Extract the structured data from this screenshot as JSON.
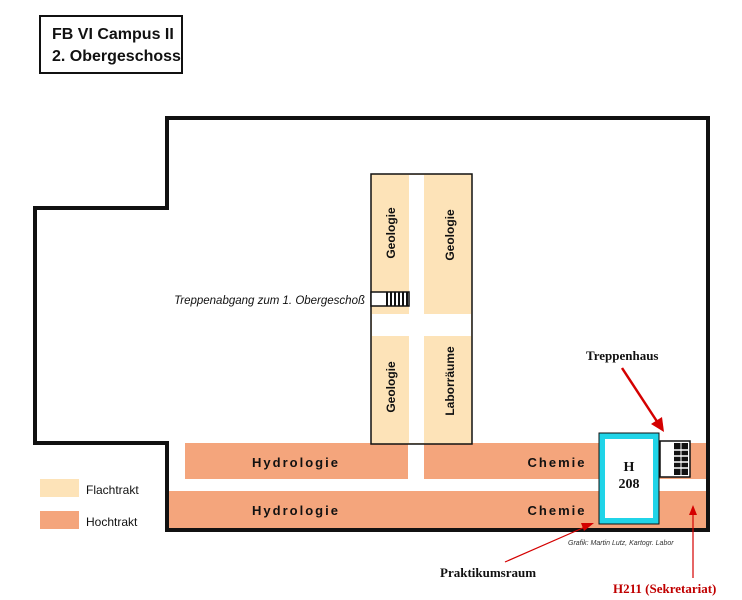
{
  "title": {
    "line1": "FB VI Campus II",
    "line2": "2. Obergeschoss"
  },
  "rooms": {
    "geologie_top_left": "Geologie",
    "geologie_top_right": "Geologie",
    "geologie_bottom_left": "Geologie",
    "laborraeume": "Laborräume",
    "hydrologie_upper": "Hydrologie",
    "hydrologie_lower": "Hydrologie",
    "chemie_upper": "Chemie",
    "chemie_lower": "Chemie",
    "h208_line1": "H",
    "h208_line2": "208"
  },
  "labels": {
    "treppenabgang": "Treppenabgang zum 1. Obergeschoß",
    "credit": "Grafik: Martin Lutz, Kartogr. Labor"
  },
  "legend": {
    "flachtrakt": "Flachtrakt",
    "hochtrakt": "Hochtrakt"
  },
  "annotations": {
    "treppenhaus": "Treppenhaus",
    "praktikumsraum": "Praktikumsraum",
    "h211": "H211 (Sekretariat)"
  },
  "colors": {
    "flachtrakt": "#fde3b8",
    "hochtrakt": "#f4a57c",
    "outline": "#111111",
    "h208_border": "#20d4e8",
    "annotation_red": "#d40000",
    "h211_text": "#c00000"
  }
}
